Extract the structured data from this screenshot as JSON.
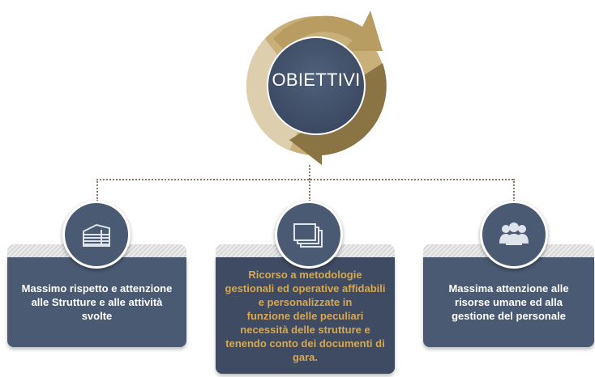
{
  "center": {
    "label": "OBIETTIVI",
    "icon": "cycle-arrows-icon"
  },
  "cards": [
    {
      "icon": "building-icon",
      "lines": [
        "Massimo rispetto e attenzione",
        "alle Strutture e alle attività",
        "svolte"
      ]
    },
    {
      "icon": "stacked-windows-icon",
      "lines": [
        "Ricorso a metodologie",
        "gestionali ed operative affidabili",
        "e personalizzate in",
        "funzione delle peculiari",
        "necessità delle strutture e",
        "tenendo conto dei documenti di",
        "gara."
      ]
    },
    {
      "icon": "people-icon",
      "lines": [
        "Massima attenzione alle",
        "risorse umane ed alla",
        "gestione del personale"
      ]
    }
  ],
  "colors": {
    "card": "#4a5a72",
    "card_highlight": "#3f4b63",
    "highlight_text": "#d7a84f",
    "cycle_gold": "#b5975a",
    "cycle_light": "#d8c69f",
    "cycle_dark": "#7e6a3d"
  }
}
